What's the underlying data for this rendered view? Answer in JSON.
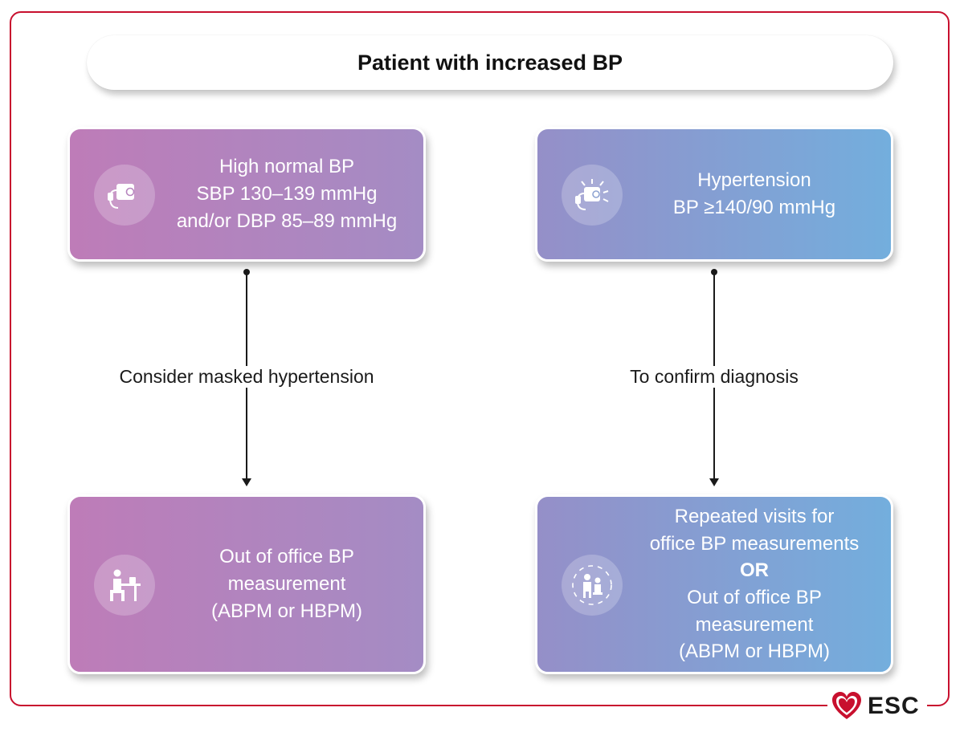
{
  "title": "Patient with increased BP",
  "boxes": {
    "high_normal": {
      "line1": "High normal BP",
      "line2": "SBP 130–139 mmHg",
      "line3": "and/or DBP 85–89 mmHg",
      "icon": "bp-monitor-icon"
    },
    "hypertension": {
      "line1": "Hypertension",
      "line2": "BP ≥140/90 mmHg",
      "icon": "bp-monitor-alert-icon"
    },
    "out_of_office": {
      "line1": "Out of office BP",
      "line2": "measurement",
      "line3": "(ABPM or HBPM)",
      "icon": "person-at-desk-icon"
    },
    "repeated_visits": {
      "line1": "Repeated visits for",
      "line2": "office BP measurements",
      "line3": "OR",
      "line4": "Out of office BP",
      "line5": "measurement",
      "line6": "(ABPM or HBPM)",
      "icon": "doctor-patient-cycle-icon"
    }
  },
  "connectors": {
    "left_label": "Consider masked hypertension",
    "right_label": "To confirm diagnosis"
  },
  "logo": {
    "text": "ESC",
    "icon": "heart-logo-icon"
  },
  "colors": {
    "frame": "#c8102e",
    "purple_start": "#be7cb8",
    "purple_end": "#a48cc4",
    "blue_start": "#958fc8",
    "blue_end": "#73aedd"
  }
}
